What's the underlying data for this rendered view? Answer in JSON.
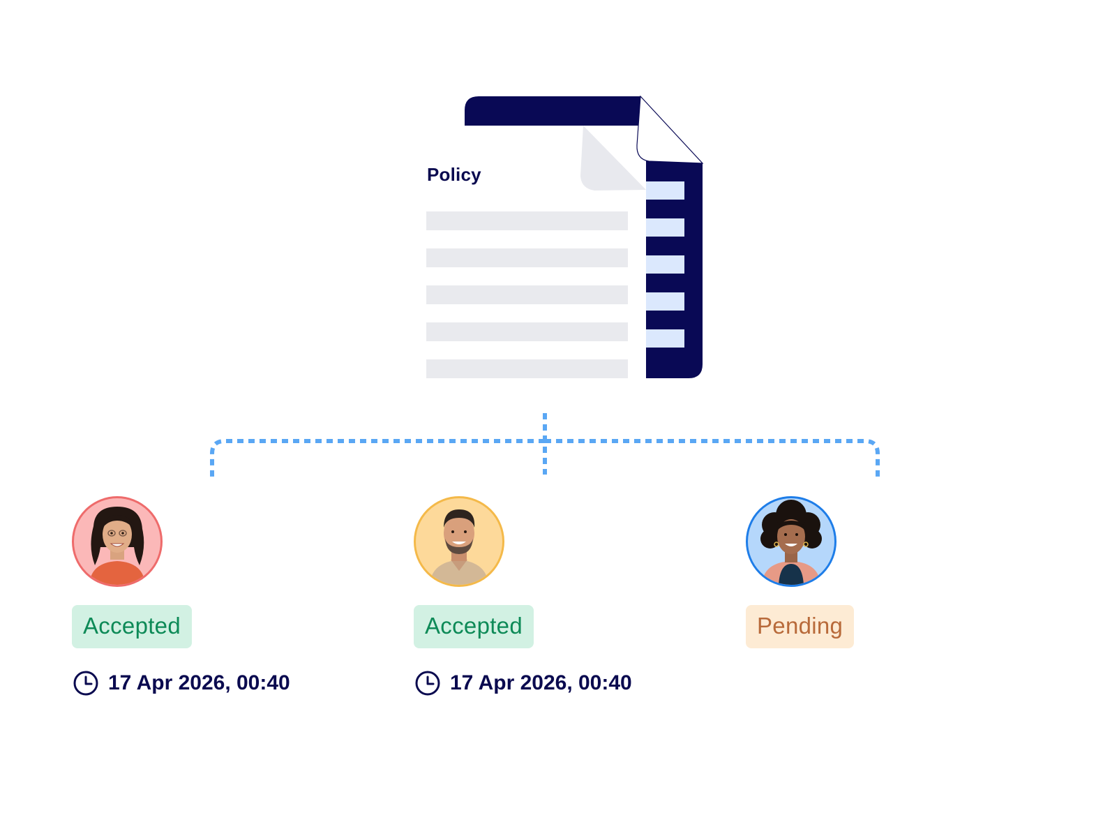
{
  "document": {
    "title": "Policy",
    "colors": {
      "navy": "#090955",
      "line_gray": "#e9eaee",
      "line_blue": "#dbe8fd",
      "fold": "#e8e9ee"
    }
  },
  "connector": {
    "color": "#5aa7f4",
    "style": "dotted"
  },
  "people": [
    {
      "avatar": "avatar-woman-curly-hair",
      "ring_color": "#ee6b6b",
      "bg_color": "#fbb8b8",
      "status": "Accepted",
      "status_kind": "accepted",
      "timestamp": "17 Apr 2026, 00:40",
      "timestamp_icon": "clock-icon"
    },
    {
      "avatar": "avatar-man-beard",
      "ring_color": "#f4b949",
      "bg_color": "#fdd99a",
      "status": "Accepted",
      "status_kind": "accepted",
      "timestamp": "17 Apr 2026, 00:40",
      "timestamp_icon": "clock-icon"
    },
    {
      "avatar": "avatar-woman-afro-hair",
      "ring_color": "#1e7de8",
      "bg_color": "#b5d7fb",
      "status": "Pending",
      "status_kind": "pending",
      "timestamp": "",
      "timestamp_icon": ""
    }
  ]
}
